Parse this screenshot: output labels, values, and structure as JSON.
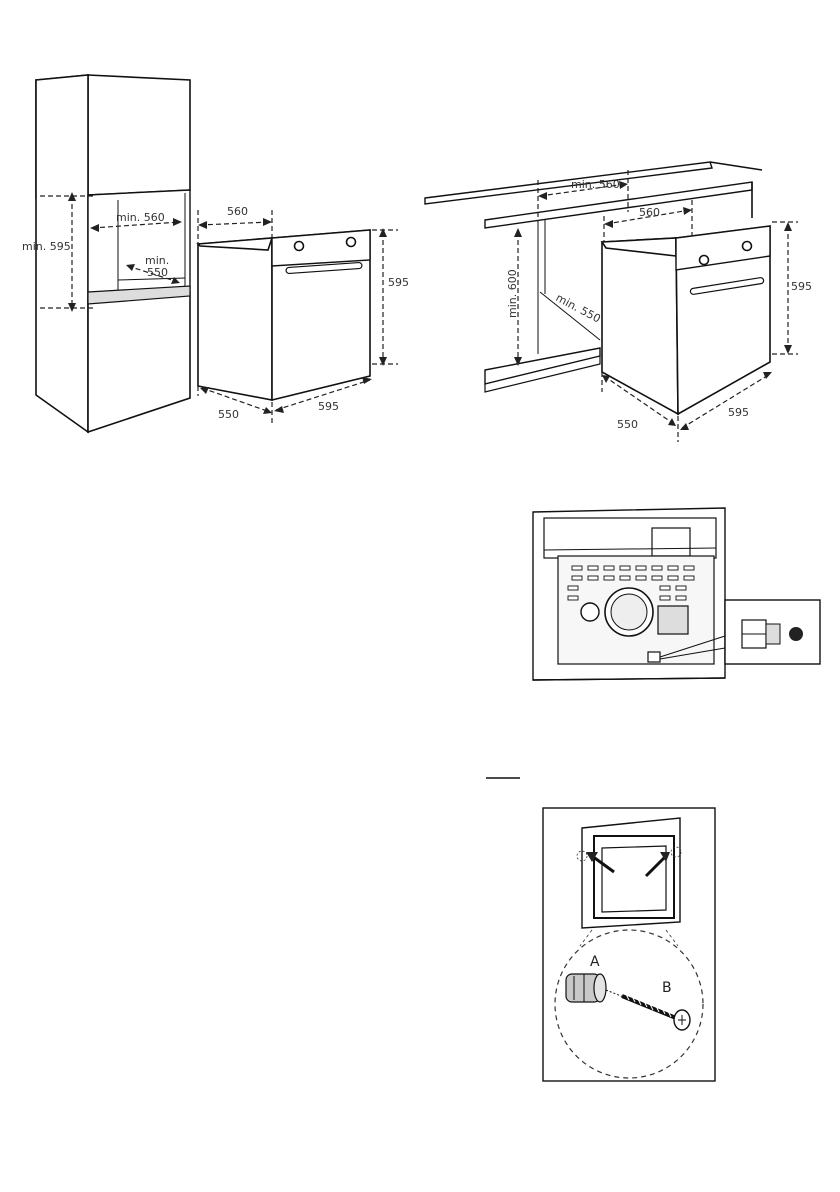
{
  "diagram_left": {
    "labels": {
      "min_595": "min. 595",
      "min_560": "min. 560",
      "min_550_a": "min.",
      "min_550_b": "550",
      "w560": "560",
      "h595": "595",
      "d550": "550",
      "w595": "595"
    }
  },
  "diagram_right": {
    "labels": {
      "min_560": "min. 560",
      "w560": "560",
      "min_600": "min. 600",
      "min_550": "min. 550",
      "h595": "595",
      "d550": "550",
      "w595": "595"
    }
  },
  "fixing": {
    "label_a": "A",
    "label_b": "B"
  }
}
